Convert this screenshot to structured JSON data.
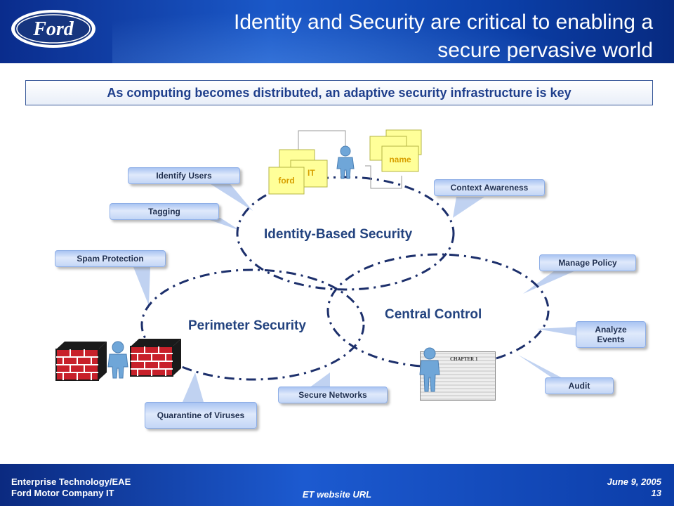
{
  "header": {
    "logo_text": "Ford",
    "title_line1": "Identity and Security are critical to enabling a",
    "title_line2": "secure pervasive world"
  },
  "banner": {
    "text": "As computing becomes distributed, an adaptive security infrastructure is key"
  },
  "regions": {
    "identity": "Identity-Based Security",
    "perimeter": "Perimeter Security",
    "central": "Central Control"
  },
  "callouts": {
    "identify_users": "Identify Users",
    "tagging": "Tagging",
    "spam_protection": "Spam Protection",
    "context_awareness": "Context Awareness",
    "manage_policy": "Manage Policy",
    "analyze_events_line1": "Analyze",
    "analyze_events_line2": "Events",
    "audit": "Audit",
    "secure_networks": "Secure Networks",
    "quarantine_viruses": "Quarantine of Viruses"
  },
  "cards": {
    "ford": "ford",
    "it": "IT",
    "name": "name"
  },
  "book": {
    "heading": "CHAPTER 1"
  },
  "footer": {
    "left_line1": "Enterprise Technology/EAE",
    "left_line2": "Ford Motor Company IT",
    "right_line1": "June 9, 2005",
    "right_line2": "13",
    "center": "ET website URL"
  },
  "colors": {
    "header_blue": "#1a58c8",
    "ring_navy": "#1c2f6b",
    "firewall_red": "#c8202a",
    "person_blue": "#6fa6d8",
    "card_yellow": "#ffff99"
  }
}
